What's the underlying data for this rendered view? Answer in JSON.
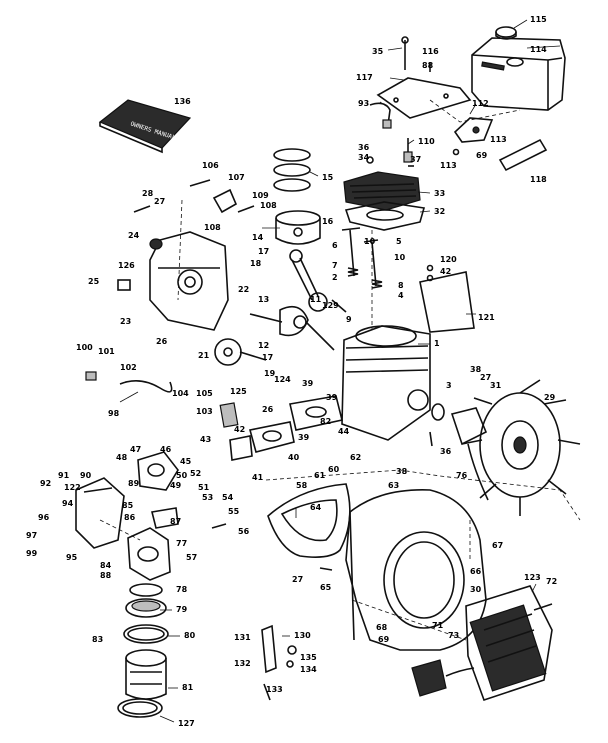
{
  "diagram": {
    "callouts": [
      {
        "id": "c115",
        "text": "115"
      },
      {
        "id": "c114",
        "text": "114"
      },
      {
        "id": "c35",
        "text": "35"
      },
      {
        "id": "c116",
        "text": "116"
      },
      {
        "id": "c88",
        "text": "88"
      },
      {
        "id": "c117",
        "text": "117"
      },
      {
        "id": "c136",
        "text": "136"
      },
      {
        "id": "c93",
        "text": "93"
      },
      {
        "id": "c112",
        "text": "112"
      },
      {
        "id": "c113a",
        "text": "113"
      },
      {
        "id": "c113b",
        "text": "113"
      },
      {
        "id": "c69",
        "text": "69"
      },
      {
        "id": "c110",
        "text": "110"
      },
      {
        "id": "c118",
        "text": "118"
      },
      {
        "id": "c36",
        "text": "36"
      },
      {
        "id": "c34",
        "text": "34"
      },
      {
        "id": "c37",
        "text": "37"
      },
      {
        "id": "c15",
        "text": "15"
      },
      {
        "id": "c33",
        "text": "33"
      },
      {
        "id": "c32",
        "text": "32"
      },
      {
        "id": "c106",
        "text": "106"
      },
      {
        "id": "c107",
        "text": "107"
      },
      {
        "id": "c109",
        "text": "109"
      },
      {
        "id": "c108a",
        "text": "108"
      },
      {
        "id": "c108b",
        "text": "108"
      },
      {
        "id": "c28",
        "text": "28"
      },
      {
        "id": "c27a",
        "text": "27"
      },
      {
        "id": "c24",
        "text": "24"
      },
      {
        "id": "c14",
        "text": "14"
      },
      {
        "id": "c16",
        "text": "16"
      },
      {
        "id": "c6",
        "text": "6"
      },
      {
        "id": "c10a",
        "text": "10"
      },
      {
        "id": "c5",
        "text": "5"
      },
      {
        "id": "c7",
        "text": "7"
      },
      {
        "id": "c10b",
        "text": "10"
      },
      {
        "id": "c2",
        "text": "2"
      },
      {
        "id": "c8",
        "text": "8"
      },
      {
        "id": "c120",
        "text": "120"
      },
      {
        "id": "c42",
        "text": "42"
      },
      {
        "id": "c126",
        "text": "126"
      },
      {
        "id": "c25",
        "text": "25"
      },
      {
        "id": "c18",
        "text": "18"
      },
      {
        "id": "c17a",
        "text": "17"
      },
      {
        "id": "c23",
        "text": "23"
      },
      {
        "id": "c22",
        "text": "22"
      },
      {
        "id": "c13",
        "text": "13"
      },
      {
        "id": "c11",
        "text": "11"
      },
      {
        "id": "c9",
        "text": "9"
      },
      {
        "id": "c4",
        "text": "4"
      },
      {
        "id": "c121",
        "text": "121"
      },
      {
        "id": "c129",
        "text": "129"
      },
      {
        "id": "c26a",
        "text": "26"
      },
      {
        "id": "c12",
        "text": "12"
      },
      {
        "id": "c1",
        "text": "1"
      },
      {
        "id": "c21",
        "text": "21"
      },
      {
        "id": "c100",
        "text": "100"
      },
      {
        "id": "c101",
        "text": "101"
      },
      {
        "id": "c17b",
        "text": "17"
      },
      {
        "id": "c102",
        "text": "102"
      },
      {
        "id": "c124",
        "text": "124"
      },
      {
        "id": "c19",
        "text": "19"
      },
      {
        "id": "c103",
        "text": "103"
      },
      {
        "id": "c104",
        "text": "104"
      },
      {
        "id": "c105",
        "text": "105"
      },
      {
        "id": "c125",
        "text": "125"
      },
      {
        "id": "c26b",
        "text": "26"
      },
      {
        "id": "c98",
        "text": "98"
      },
      {
        "id": "c39a",
        "text": "39"
      },
      {
        "id": "c38a",
        "text": "38"
      },
      {
        "id": "c27b",
        "text": "27"
      },
      {
        "id": "c31",
        "text": "31"
      },
      {
        "id": "c3",
        "text": "3"
      },
      {
        "id": "c29",
        "text": "29"
      },
      {
        "id": "c39b",
        "text": "39"
      },
      {
        "id": "c82",
        "text": "82"
      },
      {
        "id": "c39c",
        "text": "39"
      },
      {
        "id": "c44",
        "text": "44"
      },
      {
        "id": "c36b",
        "text": "36"
      },
      {
        "id": "c43",
        "text": "43"
      },
      {
        "id": "c42b",
        "text": "42"
      },
      {
        "id": "c40",
        "text": "40"
      },
      {
        "id": "c47",
        "text": "47"
      },
      {
        "id": "c46",
        "text": "46"
      },
      {
        "id": "c48",
        "text": "48"
      },
      {
        "id": "c41",
        "text": "41"
      },
      {
        "id": "c45",
        "text": "45"
      },
      {
        "id": "c62",
        "text": "62"
      },
      {
        "id": "c61",
        "text": "61"
      },
      {
        "id": "c60",
        "text": "60"
      },
      {
        "id": "c38b",
        "text": "38"
      },
      {
        "id": "c58",
        "text": "58"
      },
      {
        "id": "c50",
        "text": "50"
      },
      {
        "id": "c49",
        "text": "49"
      },
      {
        "id": "c51",
        "text": "51"
      },
      {
        "id": "c52",
        "text": "52"
      },
      {
        "id": "c63",
        "text": "63"
      },
      {
        "id": "c76",
        "text": "76"
      },
      {
        "id": "c92",
        "text": "92"
      },
      {
        "id": "c91",
        "text": "91"
      },
      {
        "id": "c90",
        "text": "90"
      },
      {
        "id": "c89",
        "text": "89"
      },
      {
        "id": "c122",
        "text": "122"
      },
      {
        "id": "c53",
        "text": "53"
      },
      {
        "id": "c54",
        "text": "54"
      },
      {
        "id": "c64",
        "text": "64"
      },
      {
        "id": "c94",
        "text": "94"
      },
      {
        "id": "c85",
        "text": "85"
      },
      {
        "id": "c96",
        "text": "96"
      },
      {
        "id": "c86",
        "text": "86"
      },
      {
        "id": "c87",
        "text": "87"
      },
      {
        "id": "c55",
        "text": "55"
      },
      {
        "id": "c97",
        "text": "97"
      },
      {
        "id": "c56",
        "text": "56"
      },
      {
        "id": "c67",
        "text": "67"
      },
      {
        "id": "c66",
        "text": "66"
      },
      {
        "id": "c99",
        "text": "99"
      },
      {
        "id": "c95",
        "text": "95"
      },
      {
        "id": "c57",
        "text": "57"
      },
      {
        "id": "c84",
        "text": "84"
      },
      {
        "id": "c27c",
        "text": "27"
      },
      {
        "id": "c65",
        "text": "65"
      },
      {
        "id": "c123",
        "text": "123"
      },
      {
        "id": "c72a",
        "text": "72"
      },
      {
        "id": "c88b",
        "text": "88"
      },
      {
        "id": "c77",
        "text": "77"
      },
      {
        "id": "c30",
        "text": "30"
      },
      {
        "id": "c78",
        "text": "78"
      },
      {
        "id": "c79",
        "text": "79"
      },
      {
        "id": "c71",
        "text": "71"
      },
      {
        "id": "c73",
        "text": "73"
      },
      {
        "id": "c80",
        "text": "80"
      },
      {
        "id": "c83",
        "text": "83"
      },
      {
        "id": "c131",
        "text": "131"
      },
      {
        "id": "c130",
        "text": "130"
      },
      {
        "id": "c68",
        "text": "68"
      },
      {
        "id": "c69b",
        "text": "69"
      },
      {
        "id": "c135",
        "text": "135"
      },
      {
        "id": "c132",
        "text": "132"
      },
      {
        "id": "c134",
        "text": "134"
      },
      {
        "id": "c133",
        "text": "133"
      },
      {
        "id": "c81",
        "text": "81"
      },
      {
        "id": "c127",
        "text": "127"
      }
    ],
    "manual_label": "OWNERS MANUAL"
  }
}
